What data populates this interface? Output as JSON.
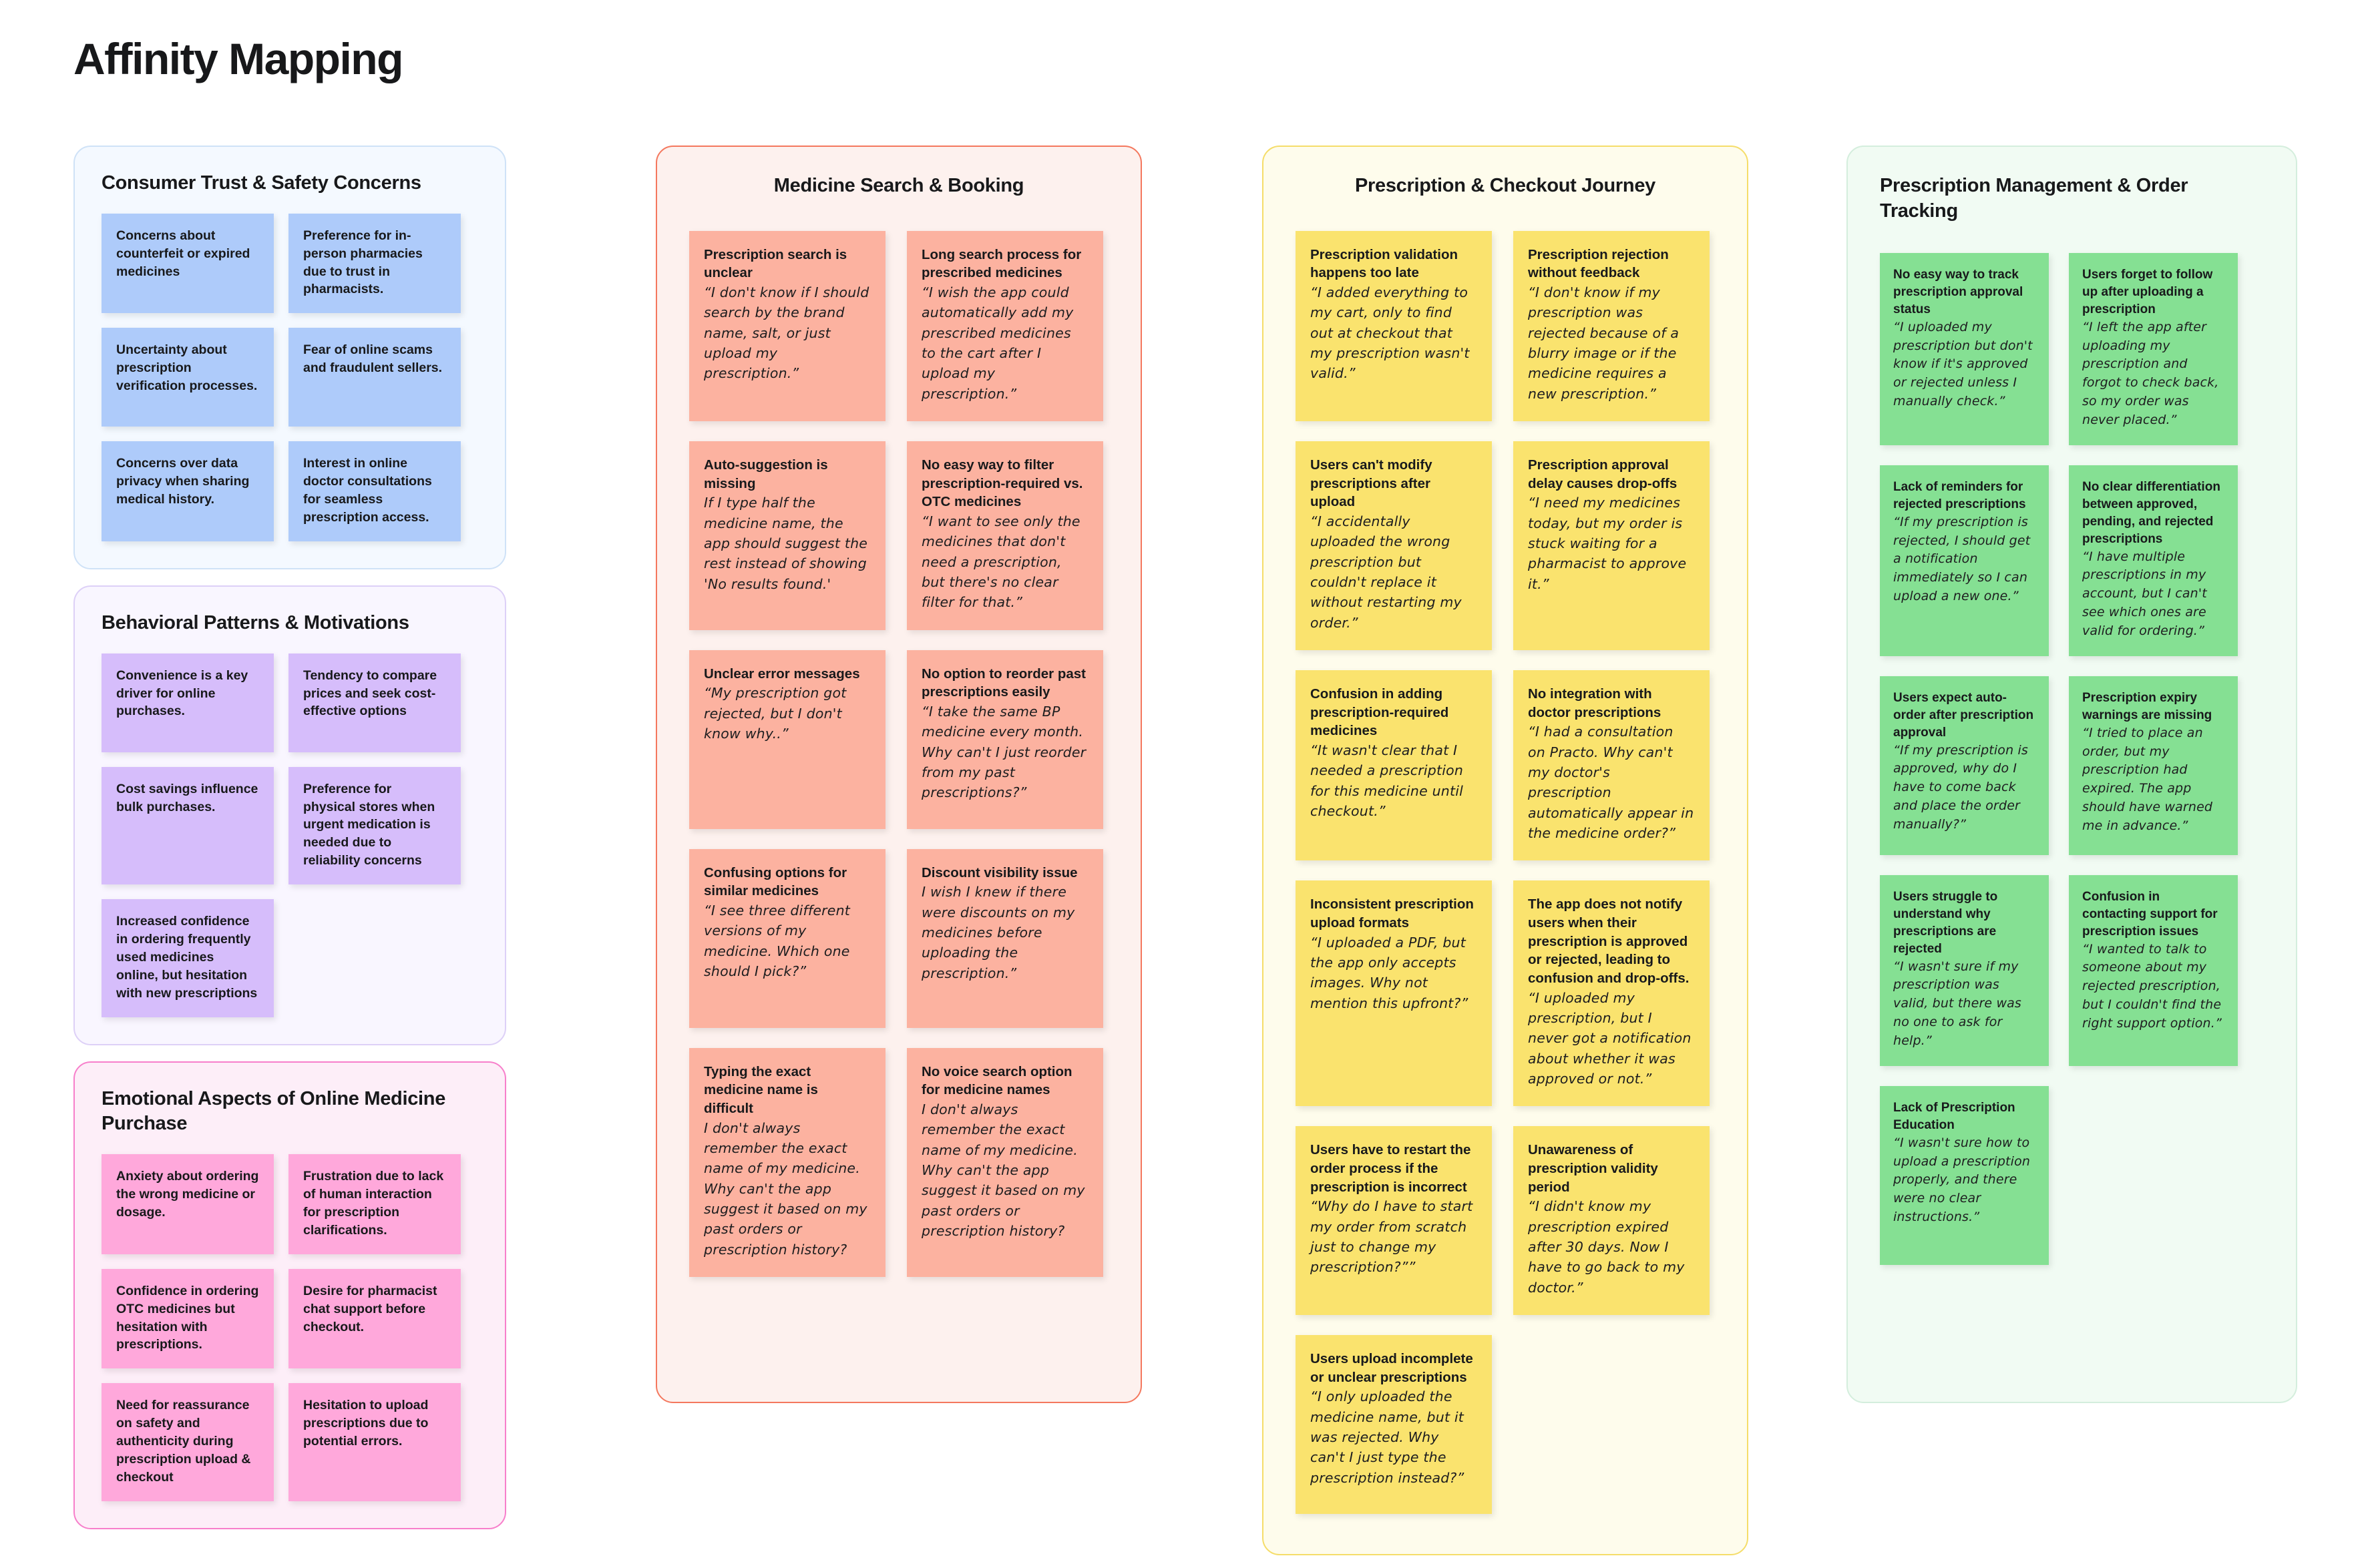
{
  "page": {
    "title": "Affinity Mapping",
    "background_color": "#ffffff"
  },
  "columns": [
    {
      "id": "column-1",
      "groups": [
        {
          "id": "consumer-trust-safety",
          "title": "Consumer Trust & Safety Concerns",
          "panel_bg": "#f4f9ff",
          "panel_border": "#cfe2f7",
          "card_color": "#aecbfa",
          "cards": [
            {
              "title": "Concerns about counterfeit or expired medicines",
              "quote": ""
            },
            {
              "title": "Preference for in-person pharmacies due to trust in pharmacists.",
              "quote": ""
            },
            {
              "title": "Uncertainty about prescription verification processes.",
              "quote": ""
            },
            {
              "title": "Fear of online scams and fraudulent sellers.",
              "quote": ""
            },
            {
              "title": "Concerns over data privacy when sharing medical history.",
              "quote": ""
            },
            {
              "title": "Interest in online doctor consultations for seamless prescription access.",
              "quote": ""
            }
          ]
        },
        {
          "id": "behavioral-patterns-motivations",
          "title": "Behavioral Patterns & Motivations",
          "panel_bg": "#f9f6ff",
          "panel_border": "#ddd0f7",
          "card_color": "#d6bdfb",
          "cards": [
            {
              "title": "Convenience is a key driver for online purchases.",
              "quote": ""
            },
            {
              "title": "Tendency to compare prices and seek cost-effective options",
              "quote": ""
            },
            {
              "title": "Cost savings influence bulk purchases.",
              "quote": ""
            },
            {
              "title": "Preference for physical stores when urgent medication is needed due to reliability concerns",
              "quote": ""
            },
            {
              "title": "Increased confidence in ordering frequently used medicines online, but hesitation with new prescriptions",
              "quote": ""
            }
          ]
        },
        {
          "id": "emotional-aspects",
          "title": "Emotional Aspects of Online Medicine Purchase",
          "panel_bg": "#fdeef8",
          "panel_border": "#f77fcb",
          "card_color": "#ffa8db",
          "cards": [
            {
              "title": "Anxiety about ordering the wrong medicine or dosage.",
              "quote": ""
            },
            {
              "title": "Frustration due to lack of human interaction for prescription clarifications.",
              "quote": ""
            },
            {
              "title": "Confidence in ordering OTC medicines but hesitation with prescriptions.",
              "quote": ""
            },
            {
              "title": "Desire for pharmacist chat support before checkout.",
              "quote": ""
            },
            {
              "title": "Need for reassurance on safety and authenticity during prescription upload & checkout",
              "quote": ""
            },
            {
              "title": "Hesitation to upload prescriptions due to potential errors.",
              "quote": ""
            }
          ]
        }
      ]
    },
    {
      "id": "column-2",
      "groups": [
        {
          "id": "medicine-search-booking",
          "title": "Medicine Search & Booking",
          "panel_bg": "#fdf1ee",
          "panel_border": "#f4785e",
          "card_color": "#fcb2a0",
          "cards": [
            {
              "title": "Prescription search is unclear",
              "quote": "“I don't know if I should search by the brand name, salt, or just upload my prescription.”"
            },
            {
              "title": "Long search process for prescribed medicines",
              "quote": "“I wish the app could automatically add my prescribed medicines to the cart after I upload my prescription.”"
            },
            {
              "title": "Auto-suggestion is missing",
              "quote": "If I type half the medicine name, the app should suggest the rest instead of showing 'No results found.'"
            },
            {
              "title": "No easy way to filter prescription-required vs. OTC medicines",
              "quote": "“I want to see only the medicines that don't need a prescription, but there's no clear filter for that.”"
            },
            {
              "title": "Unclear error messages",
              "quote": "“My prescription got rejected, but I don't know why..”"
            },
            {
              "title": "No option to reorder past prescriptions easily",
              "quote": "“I take the same BP medicine every month. Why can't I just reorder from my past prescriptions?”"
            },
            {
              "title": "Confusing options  for similar medicines",
              "quote": "“I see three different versions of my medicine. Which one should I pick?”"
            },
            {
              "title": "Discount visibility issue",
              "quote": "I wish I knew if there were discounts on my medicines before uploading the prescription.”"
            },
            {
              "title": "Typing the exact medicine name is difficult",
              "quote": "I don't always remember the exact name of my medicine. Why can't the app suggest it based on my past orders or prescription history?"
            },
            {
              "title": "No voice search option for medicine names",
              "quote": "I don't always remember the exact name of my medicine. Why can't the app suggest it based on my past orders or prescription history?"
            }
          ]
        }
      ]
    },
    {
      "id": "column-3",
      "groups": [
        {
          "id": "prescription-checkout-journey",
          "title": "Prescription  & Checkout Journey",
          "panel_bg": "#fefcec",
          "panel_border": "#f5dd6a",
          "card_color": "#fae36e",
          "cards": [
            {
              "title": "Prescription validation happens too late",
              "quote": "“I added everything to my cart, only to find out at checkout that my prescription wasn't valid.”"
            },
            {
              "title": "Prescription rejection without feedback",
              "quote": "“I don't know if my prescription was rejected because of a blurry image or if the medicine requires a new prescription.”"
            },
            {
              "title": "Users can't modify prescriptions after upload",
              "quote": "“I accidentally uploaded the wrong prescription but couldn't replace it without restarting my order.”"
            },
            {
              "title": "Prescription approval delay causes drop-offs",
              "quote": "“I need my medicines today, but my order is stuck waiting for a pharmacist to approve it.”"
            },
            {
              "title": "Confusion in adding prescription-required medicines",
              "quote": "“It wasn't clear that I needed a prescription for this medicine until checkout.”"
            },
            {
              "title": "No integration with doctor prescriptions",
              "quote": "“I had a consultation on Practo. Why can't my doctor's prescription automatically appear in the medicine order?”"
            },
            {
              "title": "Inconsistent prescription upload formats",
              "quote": "“I uploaded a PDF, but the app only accepts images. Why not mention this upfront?”"
            },
            {
              "title": "The app does not notify users when their prescription is approved or rejected, leading to confusion and drop-offs.",
              "quote": "“I uploaded my prescription, but I never got a notification about whether it was approved or not.”"
            },
            {
              "title": "Users have to restart the order process if the prescription is incorrect",
              "quote": "“Why do I have to start my order from scratch just to change my prescription?””"
            },
            {
              "title": "Unawareness of prescription validity period",
              "quote": "“I didn't know my prescription expired after 30 days. Now I have to go back to my doctor.”"
            },
            {
              "title": "Users upload incomplete or unclear prescriptions",
              "quote": "“I only uploaded the medicine name, but it was rejected. Why can't I just type the prescription instead?”"
            }
          ]
        }
      ]
    },
    {
      "id": "column-4",
      "groups": [
        {
          "id": "prescription-management-order-tracking",
          "title": "Prescription Management & Order Tracking",
          "panel_bg": "#f1fbf3",
          "panel_border": "#d4eedd",
          "card_color": "#85e093",
          "cards": [
            {
              "title": "No easy way to track prescription approval status",
              "quote": "“I uploaded my prescription but don't know if it's approved or rejected unless I manually check.”"
            },
            {
              "title": "Users forget to follow up after uploading a prescription",
              "quote": "“I left the app after uploading my prescription and forgot to check back, so my order was never placed.”"
            },
            {
              "title": "Lack of reminders for rejected prescriptions",
              "quote": "“If my prescription is rejected, I should get a notification immediately so I can upload a new one.”"
            },
            {
              "title": "No clear differentiation between approved, pending, and rejected prescriptions",
              "quote": "“I have multiple prescriptions in my account, but I can't see which ones are valid for ordering.”"
            },
            {
              "title": "Users expect auto-order after prescription approval",
              "quote": "“If my prescription is approved, why do I have to come back and place the order manually?”"
            },
            {
              "title": "Prescription expiry warnings are missing",
              "quote": "“I tried to place an order, but my prescription had expired. The app should have warned me in advance.”"
            },
            {
              "title": "Users struggle to understand why prescriptions are rejected",
              "quote": "“I wasn't sure if my prescription was valid, but there was no one to ask for help.”"
            },
            {
              "title": "Confusion in contacting support for prescription issues",
              "quote": "“I wanted to talk to someone about my rejected prescription, but I couldn't find the right support option.”"
            },
            {
              "title": "Lack of Prescription Education",
              "quote": "“I wasn't sure how to upload a prescription properly, and there were no clear instructions.”"
            }
          ]
        }
      ]
    }
  ]
}
